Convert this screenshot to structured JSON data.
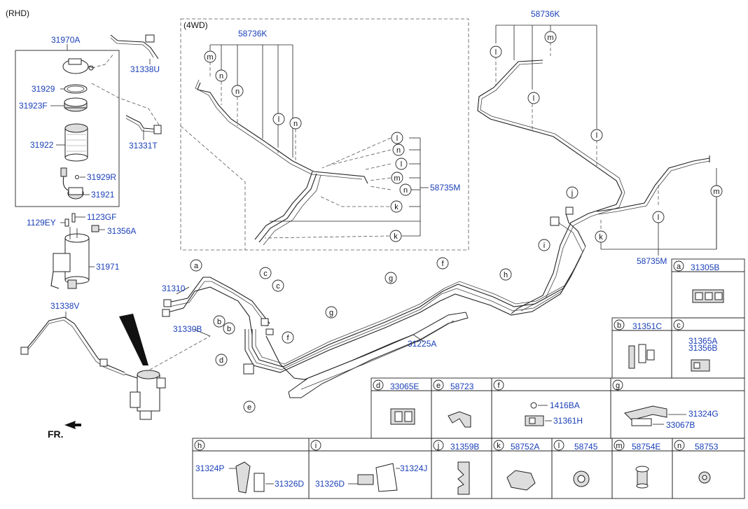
{
  "headings": {
    "rhd": "(RHD)",
    "fourwd": "(4WD)",
    "front": "FR."
  },
  "parts": {
    "p31970A": "31970A",
    "p31338U": "31338U",
    "p31929": "31929",
    "p31923F": "31923F",
    "p31922": "31922",
    "p31331T": "31331T",
    "p31929R": "31929R",
    "p31921": "31921",
    "p1129EY": "1129EY",
    "p1123GF": "1123GF",
    "p31356A": "31356A",
    "p31971": "31971",
    "p31338V": "31338V",
    "p31310": "31310",
    "p31330B": "31330B",
    "p31225A": "31225A",
    "p58736K_a": "58736K",
    "p58736K_b": "58736K",
    "p58735M_a": "58735M",
    "p58735M_b": "58735M"
  },
  "callout_letters": [
    "a",
    "b",
    "c",
    "d",
    "e",
    "f",
    "g",
    "h",
    "i",
    "j",
    "k",
    "l",
    "m",
    "n"
  ],
  "legend": {
    "a": {
      "letter": "a",
      "parts": [
        "31305B"
      ]
    },
    "b": {
      "letter": "b",
      "parts": [
        "31351C"
      ]
    },
    "c": {
      "letter": "c",
      "parts": [
        "31365A",
        "31356B"
      ]
    },
    "d": {
      "letter": "d",
      "parts": [
        "33065E"
      ]
    },
    "e": {
      "letter": "e",
      "parts": [
        "58723"
      ]
    },
    "f": {
      "letter": "f",
      "parts": [
        "1416BA",
        "31361H"
      ]
    },
    "g": {
      "letter": "g",
      "parts": [
        "31324G",
        "33067B"
      ]
    },
    "h": {
      "letter": "h",
      "parts": [
        "31324P",
        "31326D"
      ]
    },
    "i": {
      "letter": "i",
      "parts": [
        "31326D",
        "31324J"
      ]
    },
    "j": {
      "letter": "j",
      "parts": [
        "31359B"
      ]
    },
    "k": {
      "letter": "k",
      "parts": [
        "58752A"
      ]
    },
    "l": {
      "letter": "l",
      "parts": [
        "58745"
      ]
    },
    "m": {
      "letter": "m",
      "parts": [
        "58754E"
      ]
    },
    "n": {
      "letter": "n",
      "parts": [
        "58753"
      ]
    }
  }
}
